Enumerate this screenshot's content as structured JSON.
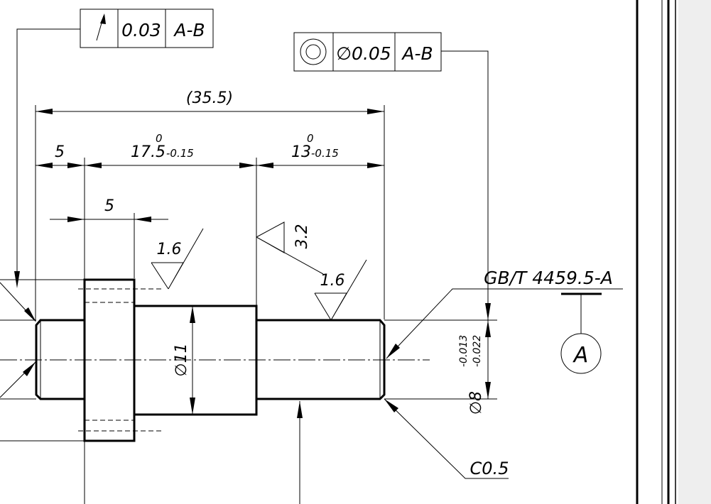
{
  "tolerance_frames": {
    "runout": {
      "symbol": "circular-runout-icon",
      "value": "0.03",
      "datum": "A-B"
    },
    "concentricity": {
      "symbol": "concentricity-icon",
      "value": "∅0.05",
      "datum": "A-B"
    }
  },
  "dimensions": {
    "overall_length": "(35.5)",
    "left_collar_length": "5",
    "middle_length": {
      "nominal": "17.5",
      "upper": "0",
      "lower": "-0.15"
    },
    "right_length": {
      "nominal": "13",
      "upper": "0",
      "lower": "-0.15"
    },
    "flange_width": "5",
    "middle_diameter": "∅11",
    "shaft_diameter": {
      "nominal": "∅8",
      "upper": "-0.013",
      "lower": "-0.022"
    },
    "chamfer": "C0.5"
  },
  "surface_roughness": {
    "flange": "1.6",
    "shoulder": "3.2",
    "shaft": "1.6"
  },
  "standard_note": "GB/T 4459.5-A",
  "datum_label": "A",
  "colors": {
    "ink": "#000000",
    "paper": "#ffffff",
    "margin": "#eeeeee"
  }
}
